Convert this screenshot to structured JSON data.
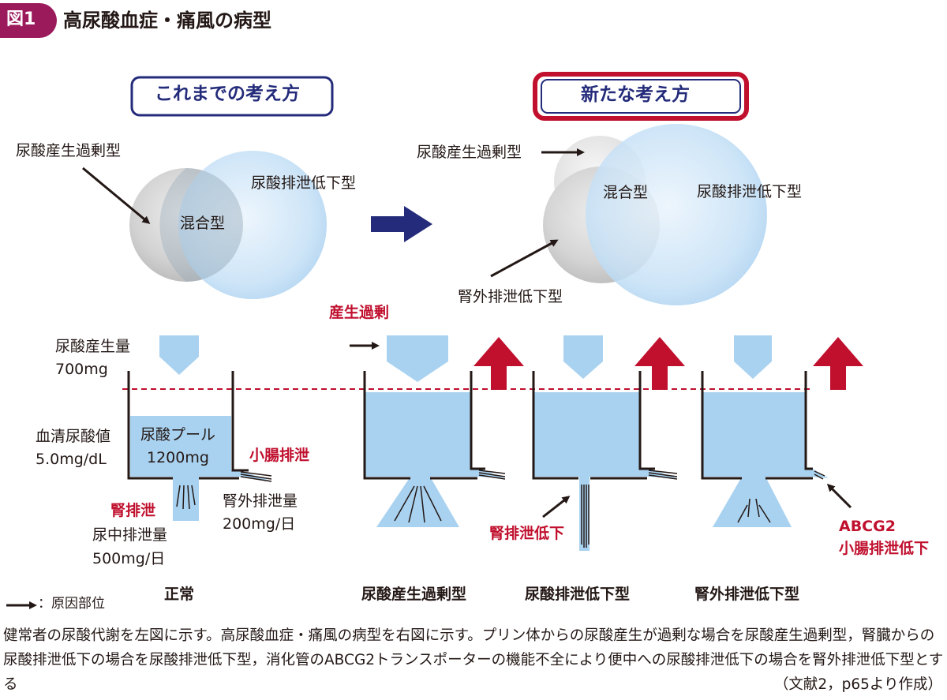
{
  "figure": {
    "badge": "図1",
    "title": "高尿酸血症・痛風の病型",
    "badge_color": "#9b1a5c"
  },
  "panels": {
    "old_label": "これまでの考え方",
    "new_label": "新たな考え方",
    "old_frame_color": "#232b7a",
    "new_frame_color": "#c0102e"
  },
  "venn_old": {
    "overproduction": "尿酸産生過剰型",
    "mixed": "混合型",
    "underexcretion": "尿酸排泄低下型"
  },
  "venn_new": {
    "overproduction": "尿酸産生過剰型",
    "mixed": "混合型",
    "underexcretion": "尿酸排泄低下型",
    "extrarenal": "腎外排泄低下型"
  },
  "normal": {
    "production_label": "尿酸産生量",
    "production_value": "700mg",
    "serum_label": "血清尿酸値",
    "serum_value": "5.0mg/dL",
    "pool_label": "尿酸プール",
    "pool_value": "1200mg",
    "intestine_label": "小腸排泄",
    "renal_label": "腎排泄",
    "urine_label": "尿中排泄量",
    "urine_value": "500mg/日",
    "extrarenal_label": "腎外排泄量",
    "extrarenal_value": "200mg/日"
  },
  "tanks": {
    "overproduction_note": "産生過剰",
    "renal_low": "腎排泄低下",
    "abcg2": "ABCG2",
    "intestine_low": "小腸排泄低下"
  },
  "bottom_labels": {
    "normal": "正常",
    "overproduction": "尿酸産生過剰型",
    "underexcretion": "尿酸排泄低下型",
    "extrarenal": "腎外排泄低下型"
  },
  "legend": {
    "cause": "：原因部位"
  },
  "caption": {
    "text": "健常者の尿酸代謝を左図に示す。高尿酸血症・痛風の病型を右図に示す。プリン体からの尿酸産生が過剰な場合を尿酸産生過剰型，腎臓からの尿酸排泄低下の場合を尿酸排泄低下型，消化管のABCG2トランスポーターの機能不全により便中への尿酸排泄低下の場合を腎外排泄低下型とする",
    "source": "（文献2，p65より作成）"
  }
}
